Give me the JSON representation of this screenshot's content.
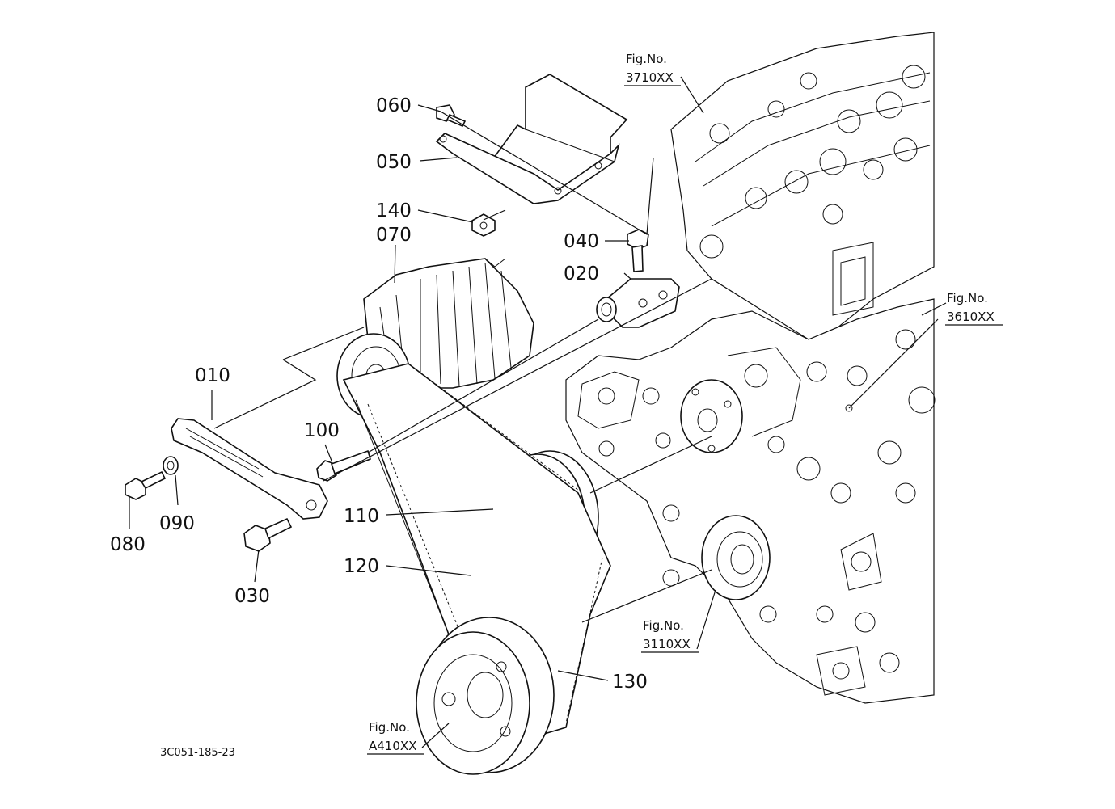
{
  "diagram": {
    "part_labels": {
      "p010": "010",
      "p020": "020",
      "p030": "030",
      "p040": "040",
      "p050": "050",
      "p060": "060",
      "p070": "070",
      "p080": "080",
      "p090": "090",
      "p100": "100",
      "p110": "110",
      "p120": "120",
      "p130": "130",
      "p140": "140"
    },
    "figure_refs": {
      "ref_3710": {
        "prefix": "Fig.No.",
        "number": "3710XX"
      },
      "ref_3610": {
        "prefix": "Fig.No.",
        "number": "3610XX"
      },
      "ref_3110": {
        "prefix": "Fig.No.",
        "number": "3110XX"
      },
      "ref_a410": {
        "prefix": "Fig.No.",
        "number": "A410XX"
      }
    },
    "drawing_code": "3C051-185-23"
  }
}
